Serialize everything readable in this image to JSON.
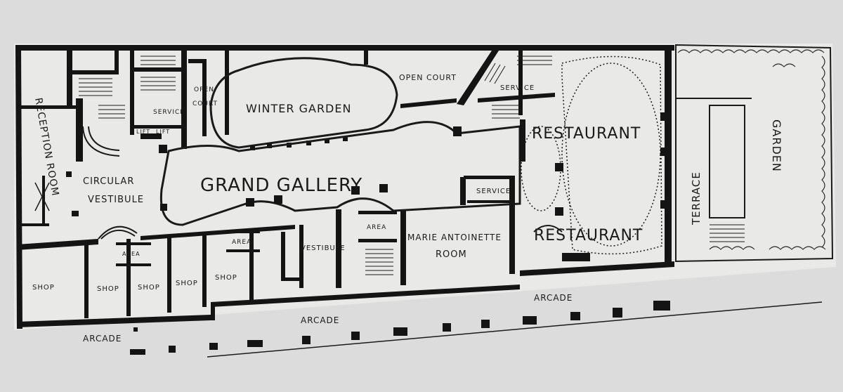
{
  "colors": {
    "paper": "#dcdcdc",
    "plan_paper": "#e9e9e7",
    "ink": "#141414"
  },
  "labels": {
    "reception_room": "RECEPTION ROOM",
    "circular_vestibule_1": "CIRCULAR",
    "circular_vestibule_2": "VESTIBULE",
    "service_left": "SERVICE",
    "lift_1": "LIFT",
    "lift_2": "LIFT",
    "open_court_left_1": "OPEN",
    "open_court_left_2": "COURT",
    "winter_garden": "WINTER GARDEN",
    "open_court_right": "OPEN COURT",
    "service_top": "SERVICE",
    "grand_gallery": "GRAND GALLERY",
    "restaurant_upper": "RESTAURANT",
    "restaurant_lower": "RESTAURANT",
    "service_mid": "SERVICE",
    "area_1": "AREA",
    "area_2": "AREA",
    "area_3": "AREA",
    "vestibule": "VESTIBULE",
    "marie_antoinette_1": "MARIE ANTOINETTE",
    "marie_antoinette_2": "ROOM",
    "shop_1": "SHOP",
    "shop_2": "SHOP",
    "shop_3": "SHOP",
    "shop_4": "SHOP",
    "shop_5": "SHOP",
    "terrace": "TERRACE",
    "garden": "GARDEN",
    "arcade_left": "ARCADE",
    "arcade_mid": "ARCADE",
    "arcade_right": "ARCADE"
  }
}
